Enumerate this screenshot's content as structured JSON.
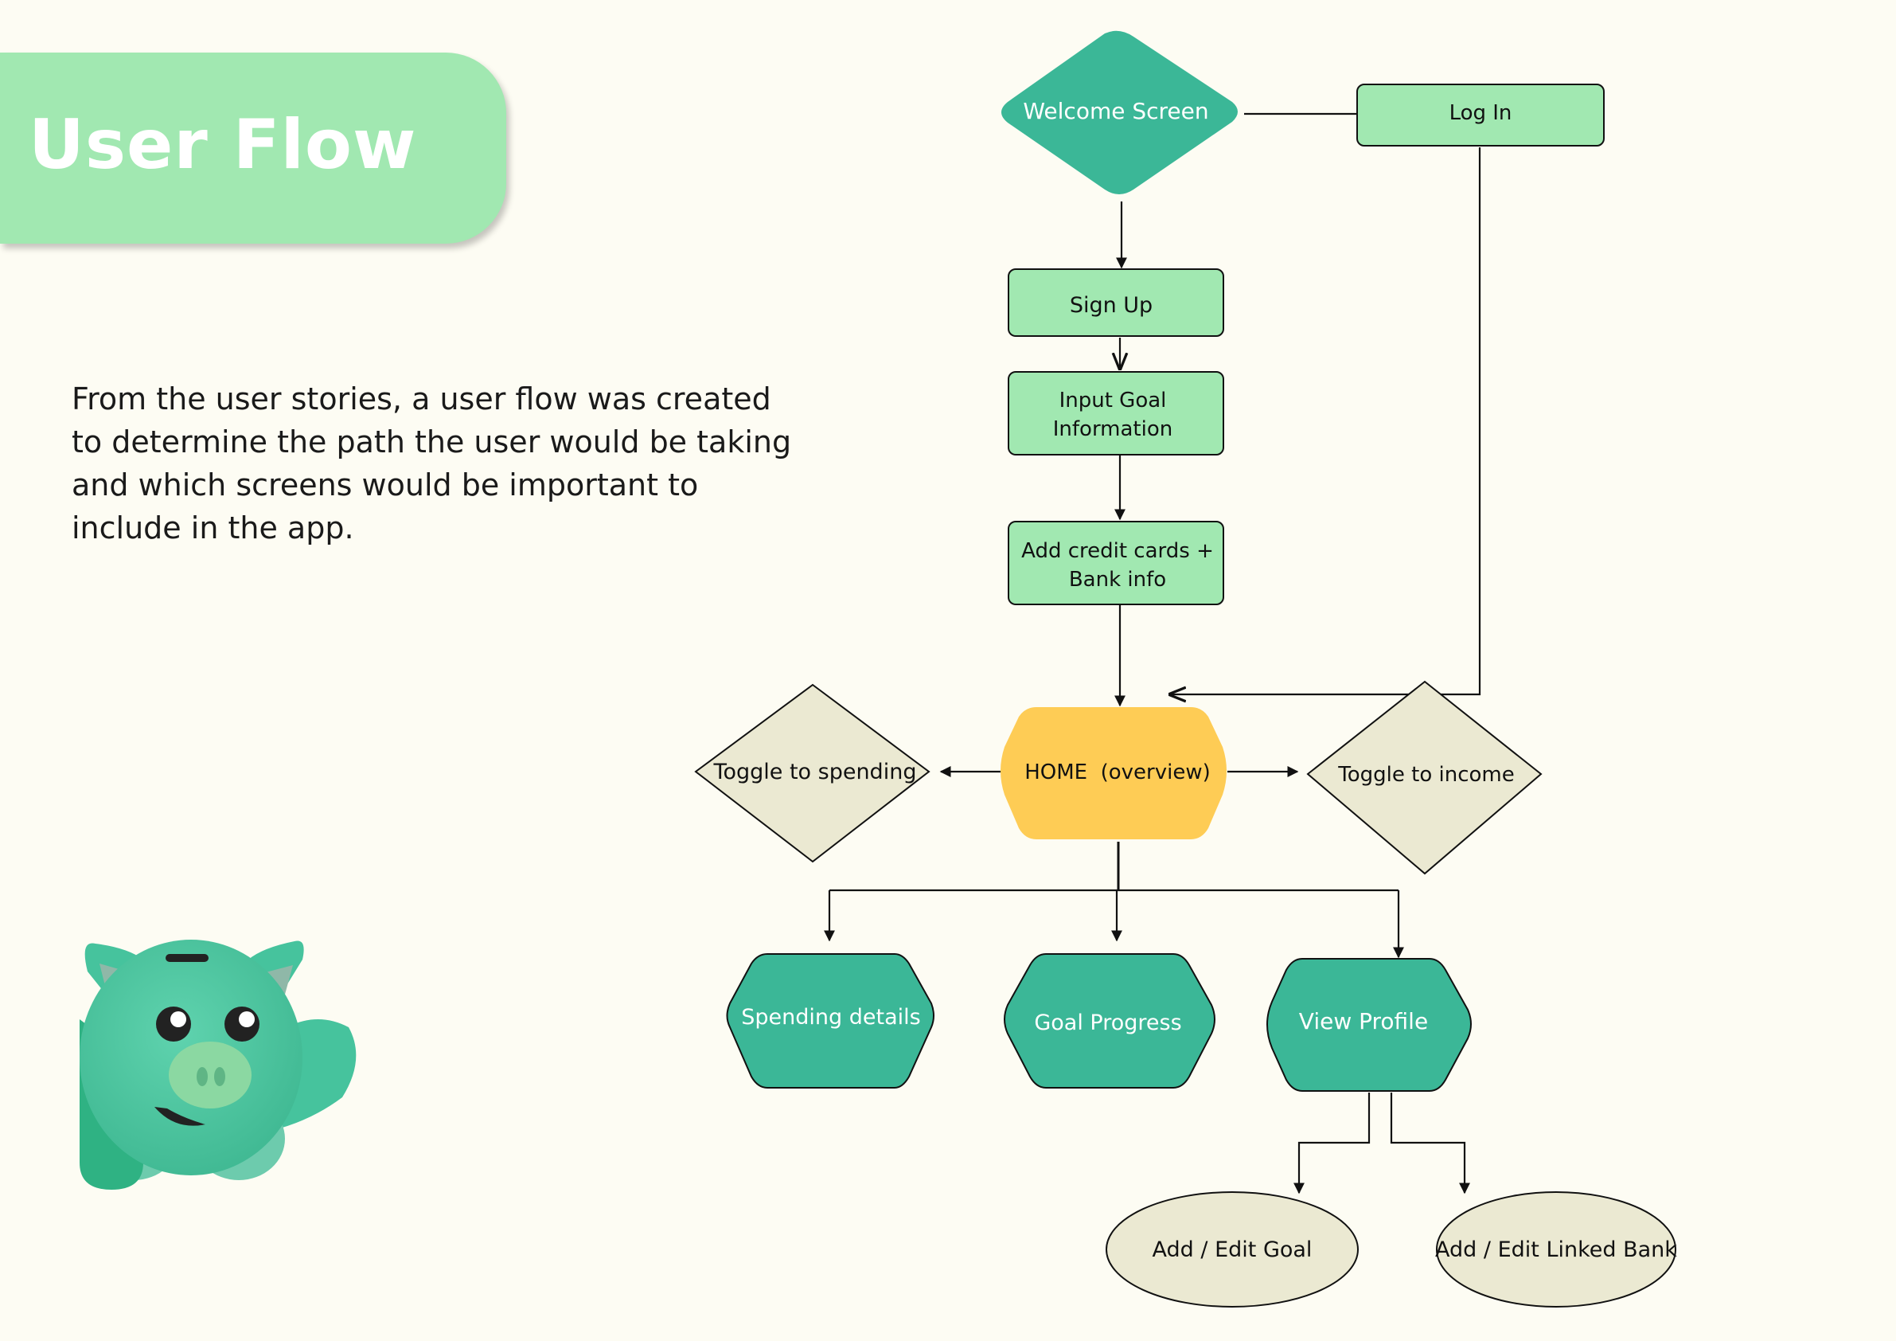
{
  "title": "User Flow",
  "intro": {
    "lines": [
      " From the user stories, a user flow was created",
      "to determine the path the user would be taking",
      "and which screens would be important to",
      "include in the app."
    ]
  },
  "nodes": {
    "welcome": "Welcome Screen",
    "login": "Log In",
    "signup": "Sign Up",
    "goal_info_1": "Input Goal",
    "goal_info_2": "Information",
    "cards_1": "Add credit cards +",
    "cards_2": "Bank info",
    "home": "HOME  (overview)",
    "toggle_spending": "Toggle to spending",
    "toggle_income": "Toggle to income",
    "spending_details": "Spending details",
    "goal_progress": "Goal Progress",
    "view_profile": "View Profile",
    "edit_goal": "Add / Edit Goal",
    "edit_bank": "Add / Edit Linked Bank"
  },
  "colors": {
    "light_green": "#a1e8b1",
    "teal": "#3bb797",
    "yellow": "#fecc55",
    "beige": "#ebe9d2",
    "background": "#fdfcf3",
    "pig": "#46c39d"
  }
}
